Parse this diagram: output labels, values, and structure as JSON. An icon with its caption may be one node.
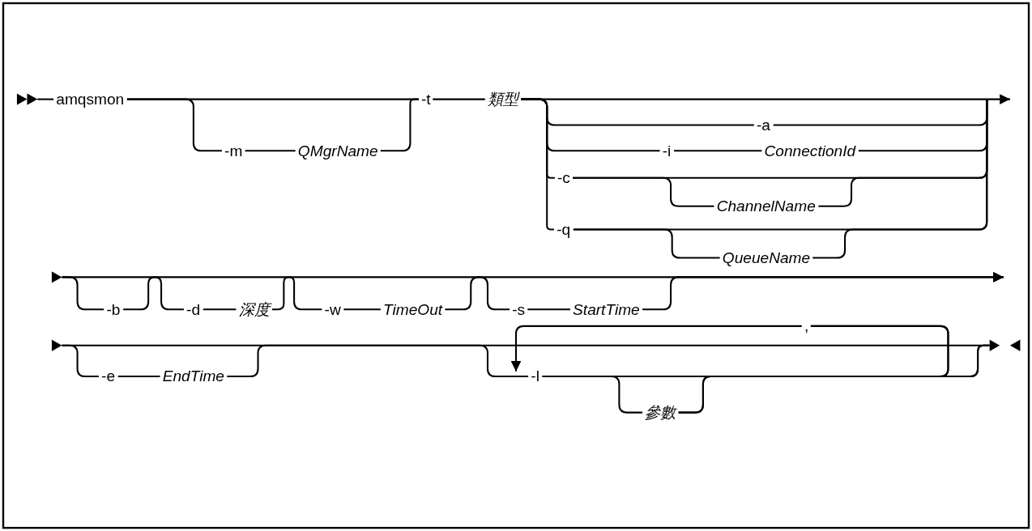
{
  "diagram": {
    "nodes": [
      {
        "text": [
          "amqsmon"
        ]
      },
      {
        "text": [
          "-m"
        ]
      },
      {
        "text": [
          "QMgrName"
        ]
      },
      {
        "text": [
          "-t"
        ]
      },
      {
        "text": [
          "類型"
        ]
      },
      {
        "text": [
          "-a"
        ]
      },
      {
        "text": [
          "-i"
        ]
      },
      {
        "text": [
          "ConnectionId"
        ]
      },
      {
        "text": [
          "-c"
        ]
      },
      {
        "text": [
          "ChannelName"
        ]
      },
      {
        "text": [
          "-q"
        ]
      },
      {
        "text": [
          "QueueName"
        ]
      },
      {
        "text": [
          "-b"
        ]
      },
      {
        "text": [
          "-d"
        ]
      },
      {
        "text": [
          "深度"
        ]
      },
      {
        "text": [
          "-w"
        ]
      },
      {
        "text": [
          "TimeOut"
        ]
      },
      {
        "text": [
          "-s"
        ]
      },
      {
        "text": [
          "StartTime"
        ]
      },
      {
        "text": [
          "-e"
        ]
      },
      {
        "text": [
          "EndTime"
        ]
      },
      {
        "text": [
          "-l"
        ]
      },
      {
        "text": [
          ","
        ]
      },
      {
        "text": [
          "參數"
        ]
      },
      {
        "text": [],
        "shape": "triangle"
      },
      {
        "text": [],
        "shape": "triangle"
      },
      {
        "text": [],
        "shape": "triangle"
      },
      {
        "text": [],
        "shape": "triangle"
      }
    ],
    "edges": [
      {
        "from": 0,
        "to": 3,
        "arrow": "none"
      },
      {
        "from": 0,
        "to": 1,
        "arrow": "none"
      },
      {
        "from": 1,
        "to": 2,
        "arrow": "none"
      },
      {
        "from": 2,
        "to": 3,
        "arrow": "none"
      },
      {
        "from": 3,
        "to": 4,
        "arrow": "none"
      },
      {
        "from": 4,
        "to": 5,
        "arrow": "none"
      },
      {
        "from": 4,
        "to": 6,
        "arrow": "none"
      },
      {
        "from": 6,
        "to": 7,
        "arrow": "none"
      },
      {
        "from": 4,
        "to": 8,
        "arrow": "none"
      },
      {
        "from": 8,
        "to": 9,
        "arrow": "none"
      },
      {
        "from": 4,
        "to": 10,
        "arrow": "none"
      },
      {
        "from": 10,
        "to": 11,
        "arrow": "none"
      },
      {
        "from": 4,
        "to": null,
        "arrow": "to"
      },
      {
        "from": 5,
        "to": null,
        "arrow": "none"
      },
      {
        "from": 7,
        "to": null,
        "arrow": "none"
      },
      {
        "from": 8,
        "to": null,
        "arrow": "none"
      },
      {
        "from": 9,
        "to": null,
        "arrow": "none"
      },
      {
        "from": 10,
        "to": null,
        "arrow": "none"
      },
      {
        "from": 11,
        "to": null,
        "arrow": "none"
      },
      {
        "from": 27,
        "to": 0,
        "arrow": "none"
      },
      {
        "from": 24,
        "to": 12,
        "arrow": "none"
      },
      {
        "from": 12,
        "to": 13,
        "arrow": "none"
      },
      {
        "from": 13,
        "to": 14,
        "arrow": "none"
      },
      {
        "from": 14,
        "to": 15,
        "arrow": "none"
      },
      {
        "from": 15,
        "to": 16,
        "arrow": "none"
      },
      {
        "from": 16,
        "to": 17,
        "arrow": "none"
      },
      {
        "from": 17,
        "to": 18,
        "arrow": "none"
      },
      {
        "from": 18,
        "to": null,
        "arrow": "to"
      },
      {
        "from": 25,
        "to": 19,
        "arrow": "none"
      },
      {
        "from": 19,
        "to": 20,
        "arrow": "none"
      },
      {
        "from": 20,
        "to": 21,
        "arrow": "none"
      },
      {
        "from": 21,
        "to": 23,
        "arrow": "none"
      },
      {
        "from": 21,
        "to": 22,
        "arrow": "none"
      },
      {
        "from": 23,
        "to": 22,
        "arrow": "none"
      },
      {
        "from": 22,
        "to": 21,
        "arrow": "to"
      },
      {
        "from": 21,
        "to": 26,
        "arrow": "none"
      },
      {
        "from": 23,
        "to": 26,
        "arrow": "none"
      },
      {
        "from": 24,
        "to": null,
        "arrow": "to"
      },
      {
        "from": 25,
        "to": 26,
        "arrow": "none"
      }
    ]
  }
}
